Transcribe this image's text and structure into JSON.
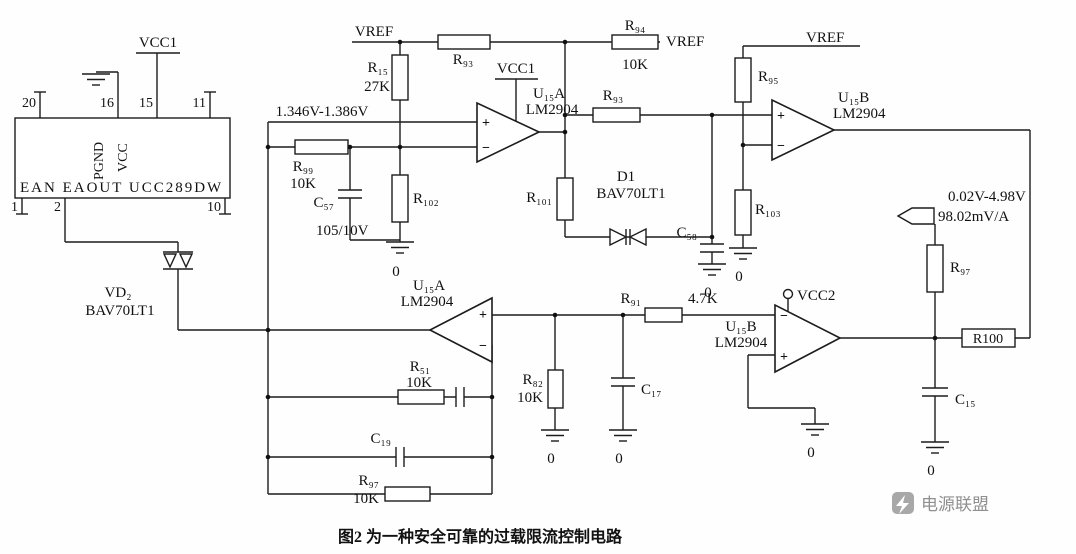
{
  "ic": {
    "top_pins": [
      "20",
      "16",
      "15",
      "11"
    ],
    "bottom_pins": [
      "1",
      "2",
      "10"
    ],
    "pgnd": "PGND",
    "vcc": "VCC",
    "bottom_label": "EAN EAOUT UCC289DW"
  },
  "power": {
    "vcc1_a": "VCC1",
    "vcc1_b": "VCC1",
    "vcc2": "VCC2",
    "vref_a": "VREF",
    "vref_b": "VREF",
    "vref_c": "VREF"
  },
  "signs": {
    "plus": "+",
    "minus": "−"
  },
  "annotations": {
    "vin_range": "1.346V-1.386V",
    "vout_range": "0.02V-4.98V",
    "sense_gain": "98.02mV/A"
  },
  "opamps": {
    "a1": {
      "ref": "U₁₅A",
      "part": "LM2904"
    },
    "b1": {
      "ref": "U₁₅B",
      "part": "LM2904"
    },
    "a2": {
      "ref": "U₁₅A",
      "part": "LM2904"
    },
    "b2": {
      "ref": "U₁₅B",
      "part": "LM2904"
    }
  },
  "resistors": {
    "r15": {
      "ref": "R₁₅",
      "value": "27K"
    },
    "r93a": {
      "ref": "R₉₃"
    },
    "r93b": {
      "ref": "R₉₃"
    },
    "r94": {
      "ref": "R₉₄",
      "value": "10K"
    },
    "r95": {
      "ref": "R₉₅"
    },
    "r99": {
      "ref": "R₉₉",
      "value": "10K"
    },
    "r101": {
      "ref": "R₁₀₁"
    },
    "r102": {
      "ref": "R₁₀₂"
    },
    "r103": {
      "ref": "R₁₀₃"
    },
    "r91": {
      "ref": "R₉₁",
      "value": "4.7K"
    },
    "r82": {
      "ref": "R₈₂",
      "value": "10K"
    },
    "r51": {
      "ref": "R₅₁",
      "value": "10K"
    },
    "r97_sense": {
      "ref": "R₉₇"
    },
    "r97_fb": {
      "ref": "R₉₇",
      "value": "10K"
    },
    "r100": {
      "ref": "R100"
    }
  },
  "capacitors": {
    "c57": {
      "ref": "C₅₇",
      "value": "105/10V"
    },
    "c58": {
      "ref": "C₅₈"
    },
    "c17": {
      "ref": "C₁₇"
    },
    "c15": {
      "ref": "C₁₅"
    },
    "c19": {
      "ref": "C₁₉"
    }
  },
  "diodes": {
    "vd2": {
      "ref": "VD₂",
      "part": "BAV70LT1"
    },
    "d1": {
      "ref": "D1",
      "part": "BAV70LT1"
    }
  },
  "ground": {
    "label": "0"
  },
  "caption": "图2 为一种安全可靠的过载限流控制电路",
  "watermark": {
    "text": "电源联盟"
  }
}
